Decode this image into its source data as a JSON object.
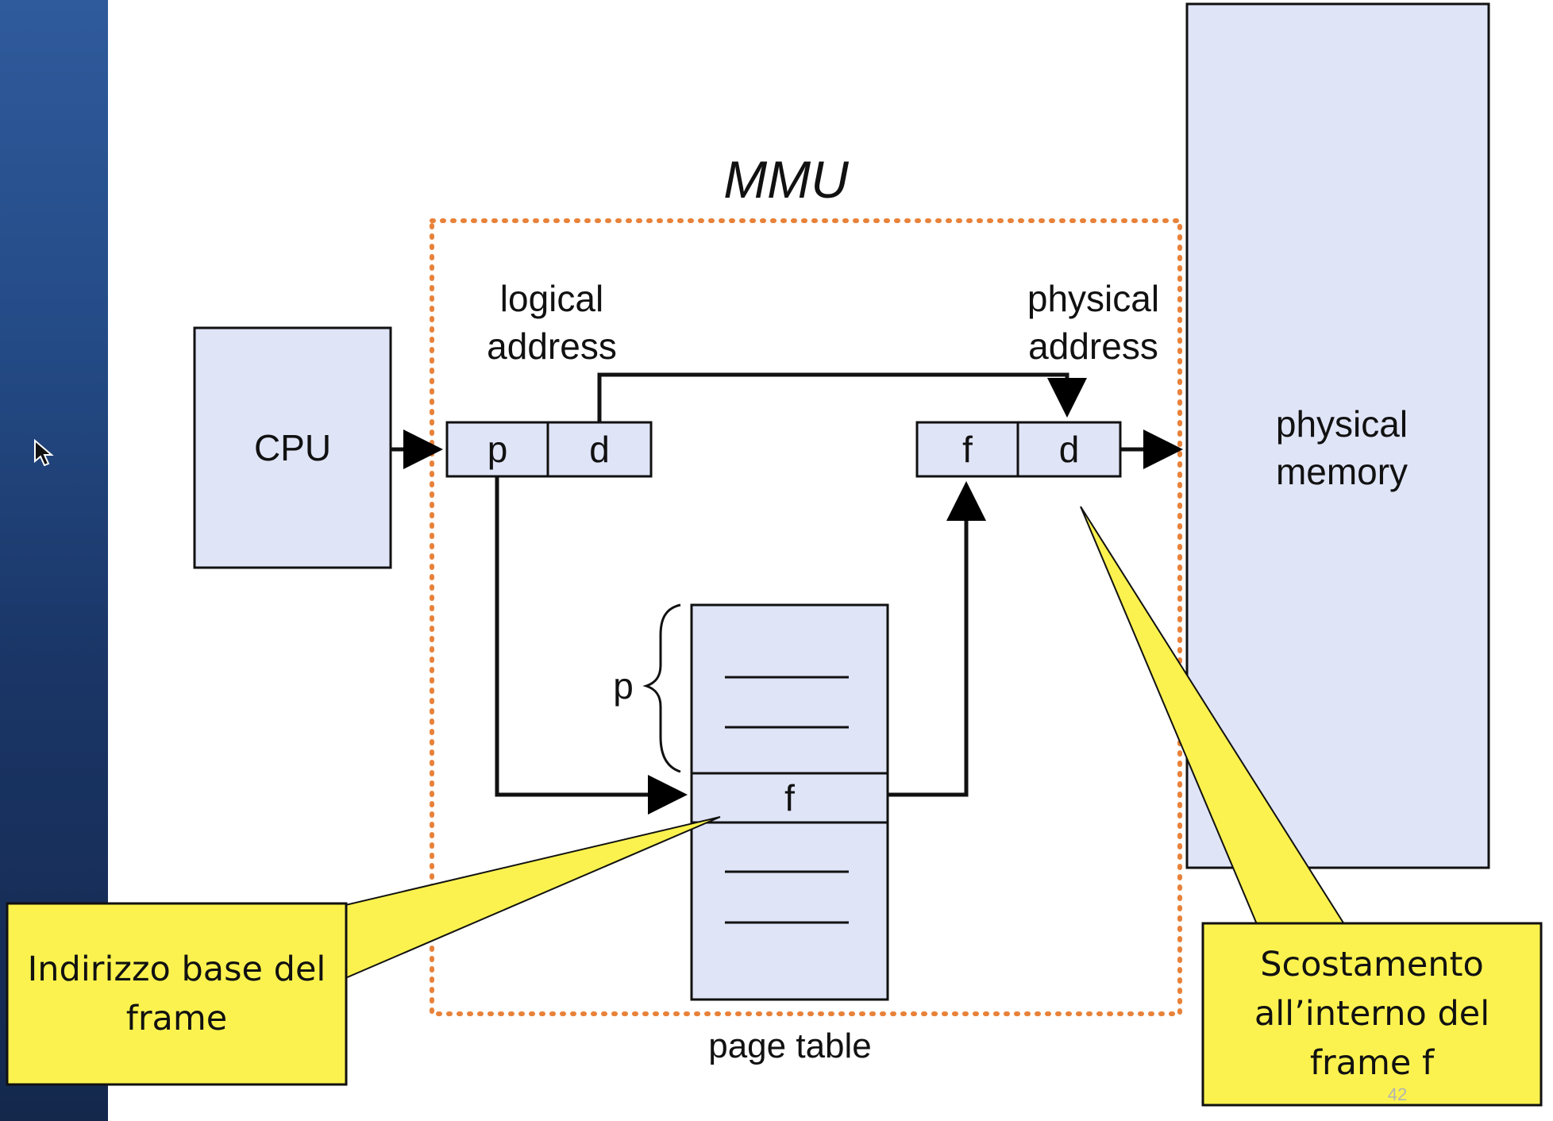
{
  "mmu": {
    "title": "MMU"
  },
  "cpu": {
    "label": "CPU"
  },
  "logical_address": {
    "label_line1": "logical",
    "label_line2": "address",
    "p": "p",
    "d": "d"
  },
  "physical_address": {
    "label_line1": "physical",
    "label_line2": "address",
    "f": "f",
    "d": "d"
  },
  "physical_memory": {
    "label_line1": "physical",
    "label_line2": "memory"
  },
  "page_table": {
    "label": "page table",
    "brace_label": "p",
    "entry_label": "f"
  },
  "callouts": {
    "frame_base": {
      "line1": "Indirizzo base del",
      "line2": "frame"
    },
    "frame_offset": {
      "line1": "Scostamento",
      "line2": "all’interno del",
      "line3": "frame f"
    }
  },
  "slide": {
    "number": "42"
  },
  "colors": {
    "box_fill": "#dfe4f7",
    "mmu_border": "#e8823a",
    "callout_fill": "#fbf24f",
    "sidebar": "#244b86"
  }
}
